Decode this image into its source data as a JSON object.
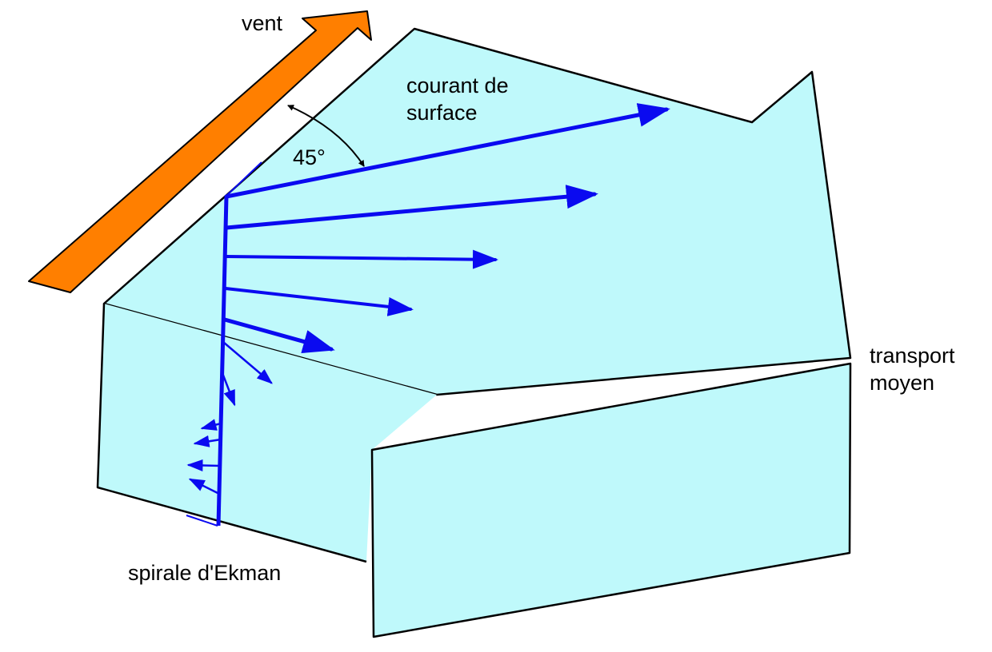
{
  "labels": {
    "wind": "vent",
    "surface_current_line1": "courant de",
    "surface_current_line2": "surface",
    "angle": "45°",
    "transport_line1": "transport",
    "transport_line2": "moyen",
    "spiral": "spirale d'Ekman"
  },
  "colors": {
    "water": "#bff9fb",
    "outline": "#000000",
    "vectors": "#0a0af0",
    "wind_arrow": "#ff7f00"
  }
}
